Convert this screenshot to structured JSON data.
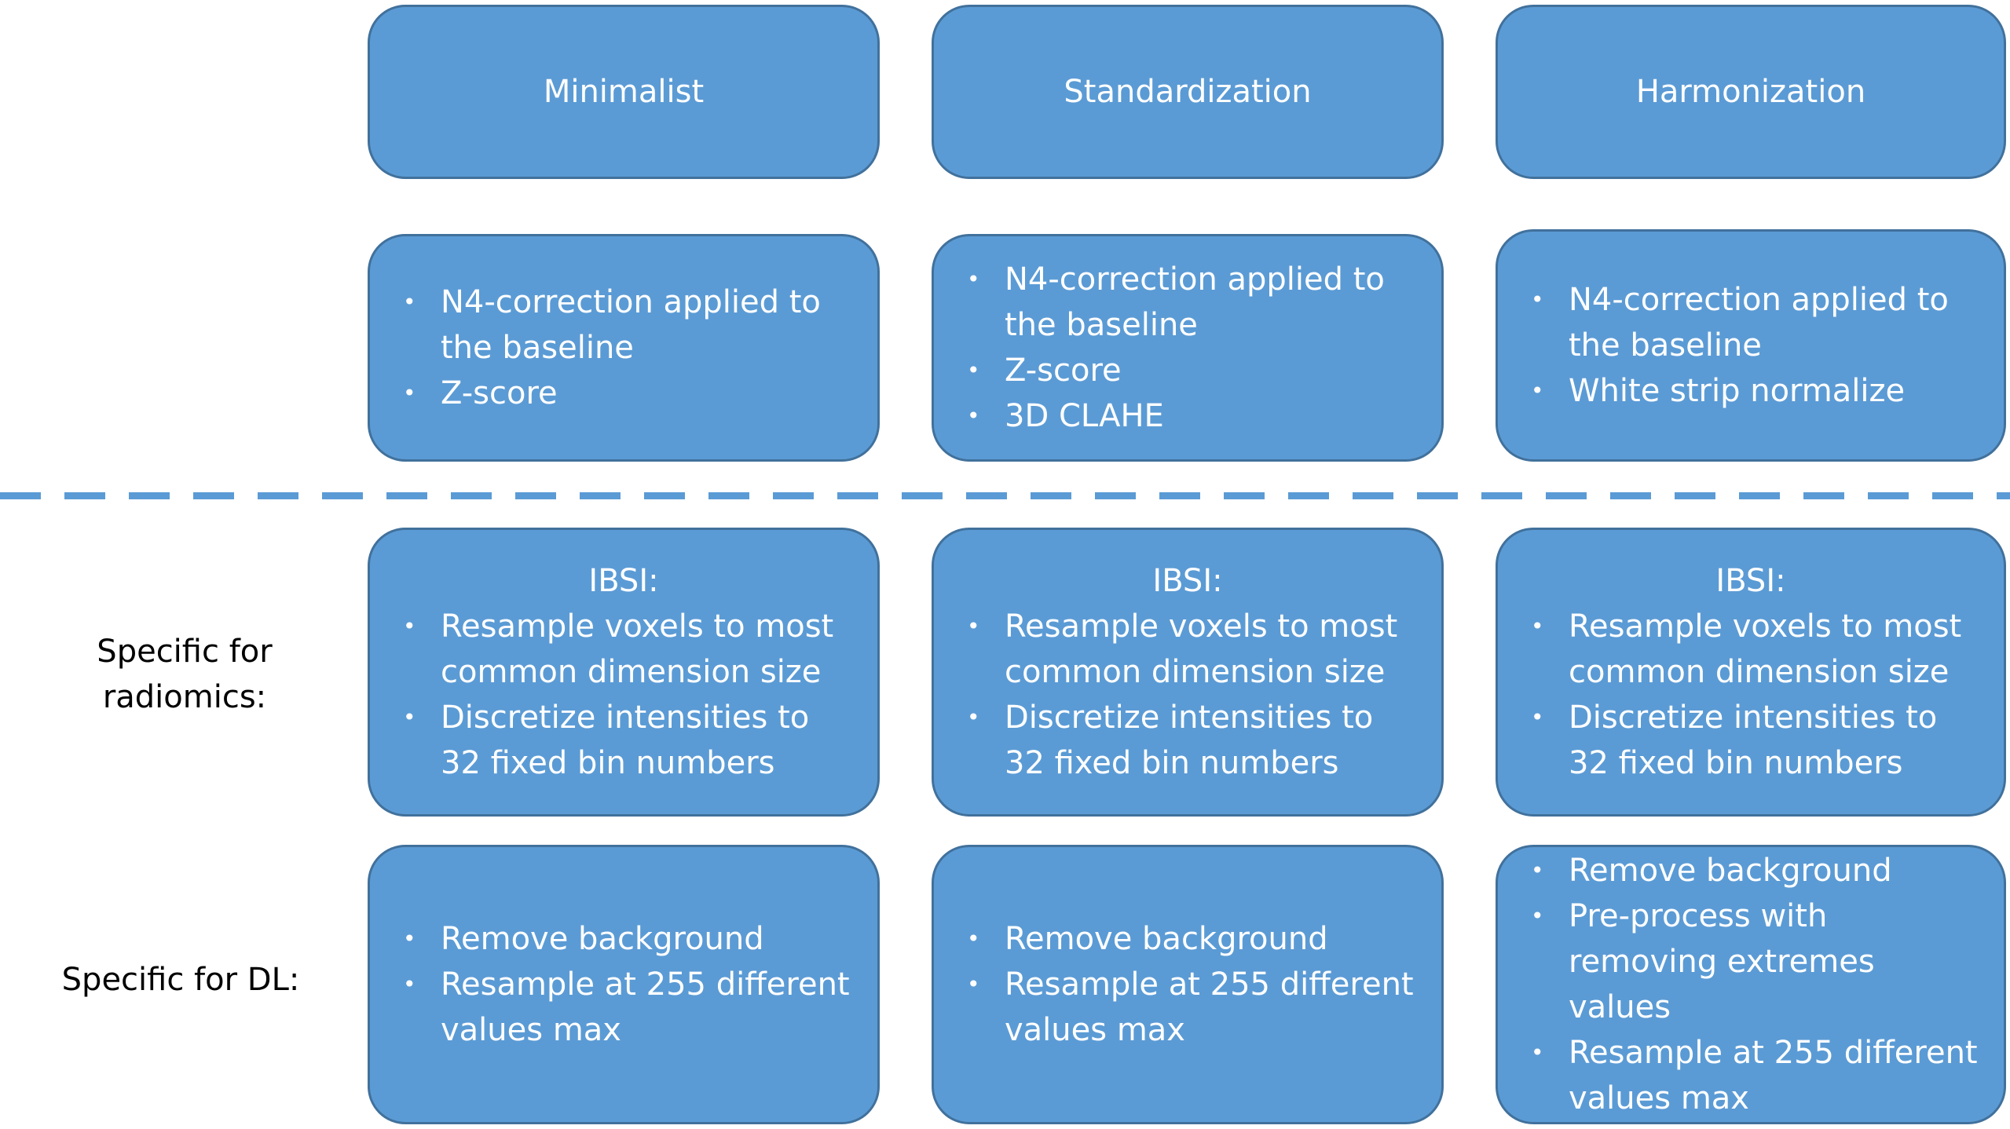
{
  "colors": {
    "box_fill": "#5b9bd5",
    "box_border": "#41719c",
    "box_text": "#ffffff",
    "divider": "#5b9bd5",
    "label_text": "#000000"
  },
  "columns": [
    {
      "header": "Minimalist",
      "base": [
        "N4-correction applied to the baseline",
        "Z-score"
      ],
      "radiomics": {
        "heading": "IBSI:",
        "items": [
          "Resample voxels to most common dimension  size",
          "Discretize intensities to 32 fixed bin numbers"
        ]
      },
      "dl": [
        "Remove background",
        "Resample at 255 different values max"
      ]
    },
    {
      "header": "Standardization",
      "base": [
        "N4-correction applied to the baseline",
        "Z-score",
        "3D CLAHE"
      ],
      "radiomics": {
        "heading": "IBSI:",
        "items": [
          "Resample voxels to most common dimension  size",
          "Discretize intensities to 32 fixed bin numbers"
        ]
      },
      "dl": [
        "Remove background",
        "Resample at 255 different values max"
      ]
    },
    {
      "header": "Harmonization",
      "base": [
        "N4-correction applied to the baseline",
        "White strip normalize"
      ],
      "radiomics": {
        "heading": "IBSI:",
        "items": [
          "Resample voxels to most common dimension  size",
          "Discretize intensities to 32 fixed bin numbers"
        ]
      },
      "dl": [
        "Remove background",
        "Pre-process with removing extremes values",
        "Resample at 255 different values max"
      ]
    }
  ],
  "row_labels": {
    "radiomics": "Specific for radiomics:",
    "dl": "Specific for DL:"
  }
}
